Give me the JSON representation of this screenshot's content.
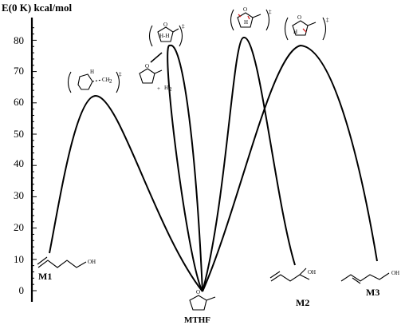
{
  "axis": {
    "title": "E(0 K) kcal/mol",
    "ticks": [
      "0",
      "10",
      "20",
      "30",
      "40",
      "50",
      "60",
      "70",
      "80"
    ]
  },
  "species": {
    "m1": "M1",
    "m2": "M2",
    "m3": "M3",
    "mthf": "MTHF"
  },
  "structure_text": {
    "oh": "OH",
    "ring_o": "O",
    "h": "H",
    "h_h": "H-H",
    "ch2": "CH",
    "sub2": "2",
    "plus": "+",
    "h2": "H",
    "dagger": "‡"
  },
  "colors": {
    "line": "#000000",
    "bond_highlight": "#d02020"
  }
}
